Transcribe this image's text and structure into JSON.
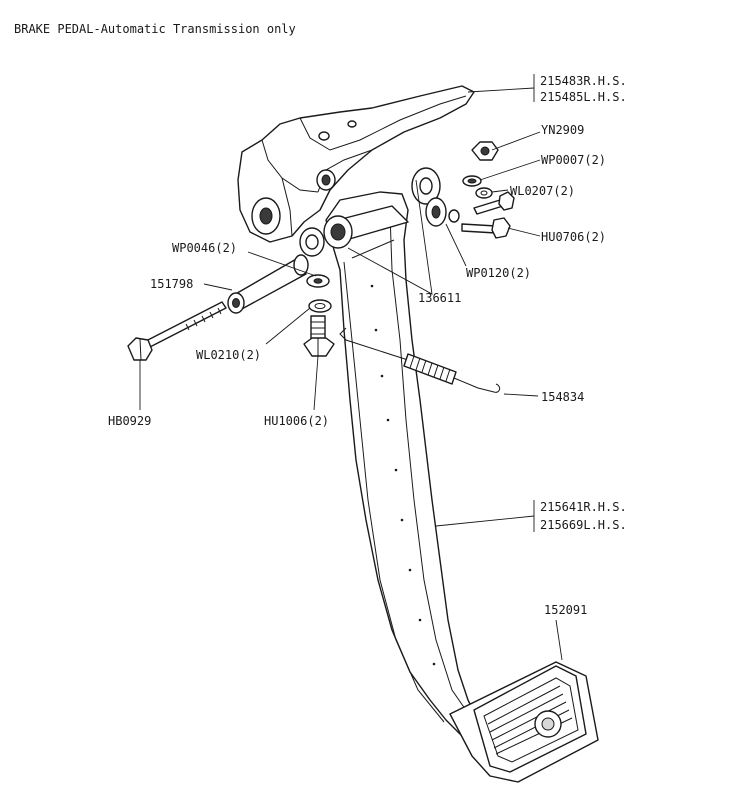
{
  "title": "BRAKE PEDAL-Automatic  Transmission only",
  "colors": {
    "ink": "#1a1a1a",
    "paper": "#ffffff",
    "shade": "#d8d8d8"
  },
  "parts": {
    "bracket_rh": "215483R.H.S.",
    "bracket_lh": "215485L.H.S.",
    "nut": "YN2909",
    "washer_plain_top": "WP0007(2)",
    "washer_lock_top": "WL0207(2)",
    "bolt_small": "HU0706(2)",
    "washer_plain_120": "WP0120(2)",
    "bush": "136611",
    "washer_plain_46": "WP0046(2)",
    "spacer_tube": "151798",
    "washer_lock_210": "WL0210(2)",
    "pivot_bolt": "HB0929",
    "bolt_hu1006": "HU1006(2)",
    "spring": "154834",
    "pedal_rh": "215641R.H.S.",
    "pedal_lh": "215669L.H.S.",
    "pedal_pad": "152091"
  }
}
